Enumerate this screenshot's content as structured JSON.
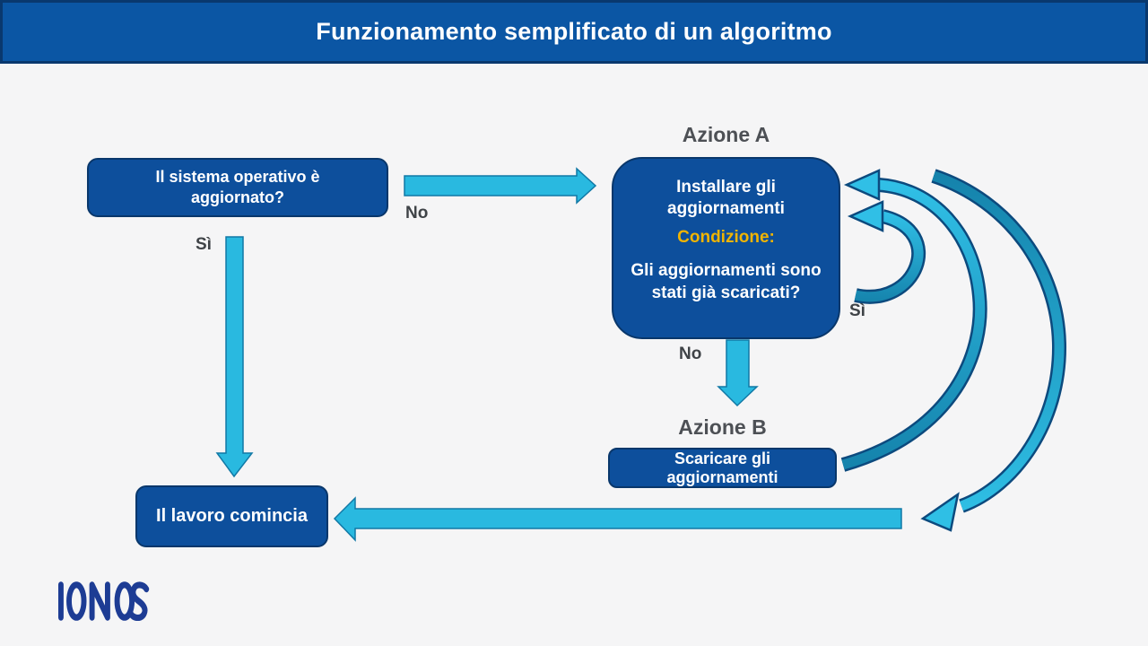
{
  "title": "Funzionamento semplificato di un algoritmo",
  "brand": {
    "logo_text": "IONOS"
  },
  "colors": {
    "banner_blue": "#0B56A4",
    "banner_border": "#09386E",
    "node_blue": "#0D4F9C",
    "node_border": "#09376B",
    "arrow_cyan": "#29B9E0",
    "arrow_teal": "#1583AC",
    "curve_outline": "#0C4A7E",
    "condition_gold": "#F0B400",
    "header_gray": "#4D5055",
    "label_gray": "#3F4347",
    "logo_navy": "#1D3C94",
    "background": "#F5F5F6"
  },
  "nodes": {
    "start": {
      "label": "Il sistema operativo è aggiornato?"
    },
    "action_a": {
      "header": "Azione A",
      "action": "Installare gli aggiornamenti",
      "condition_title": "Condizione:",
      "condition_question": "Gli aggiornamenti sono stati già scaricati?"
    },
    "action_b": {
      "header": "Azione B",
      "action": "Scaricare gli aggiornamenti"
    },
    "end": {
      "label": "Il lavoro comincia"
    }
  },
  "edges": {
    "start_to_action_a": {
      "label": "No",
      "from": "start",
      "to": "action_a"
    },
    "start_to_end": {
      "label": "Sì",
      "from": "start",
      "to": "end"
    },
    "action_a_to_action_b": {
      "label": "No",
      "from": "action_a",
      "to": "action_b"
    },
    "action_a_self_loop": {
      "label": "Sì",
      "from": "action_a",
      "to": "action_a"
    },
    "action_b_to_action_a": {
      "label": "",
      "from": "action_b",
      "to": "action_a"
    },
    "action_a_to_end": {
      "label": "",
      "from": "action_a",
      "to": "end"
    }
  }
}
